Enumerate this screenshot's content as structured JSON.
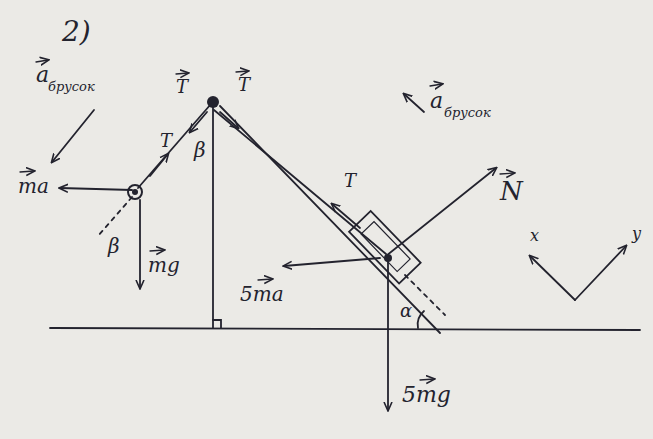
{
  "diagram": {
    "labels": [
      "2)",
      "a",
      "брусок",
      "T",
      "T",
      "T",
      "T",
      "ma",
      "β",
      "β",
      "mg",
      "a",
      "брусок",
      "N",
      "5ma",
      "α",
      "5mg",
      "x",
      "y"
    ]
  }
}
